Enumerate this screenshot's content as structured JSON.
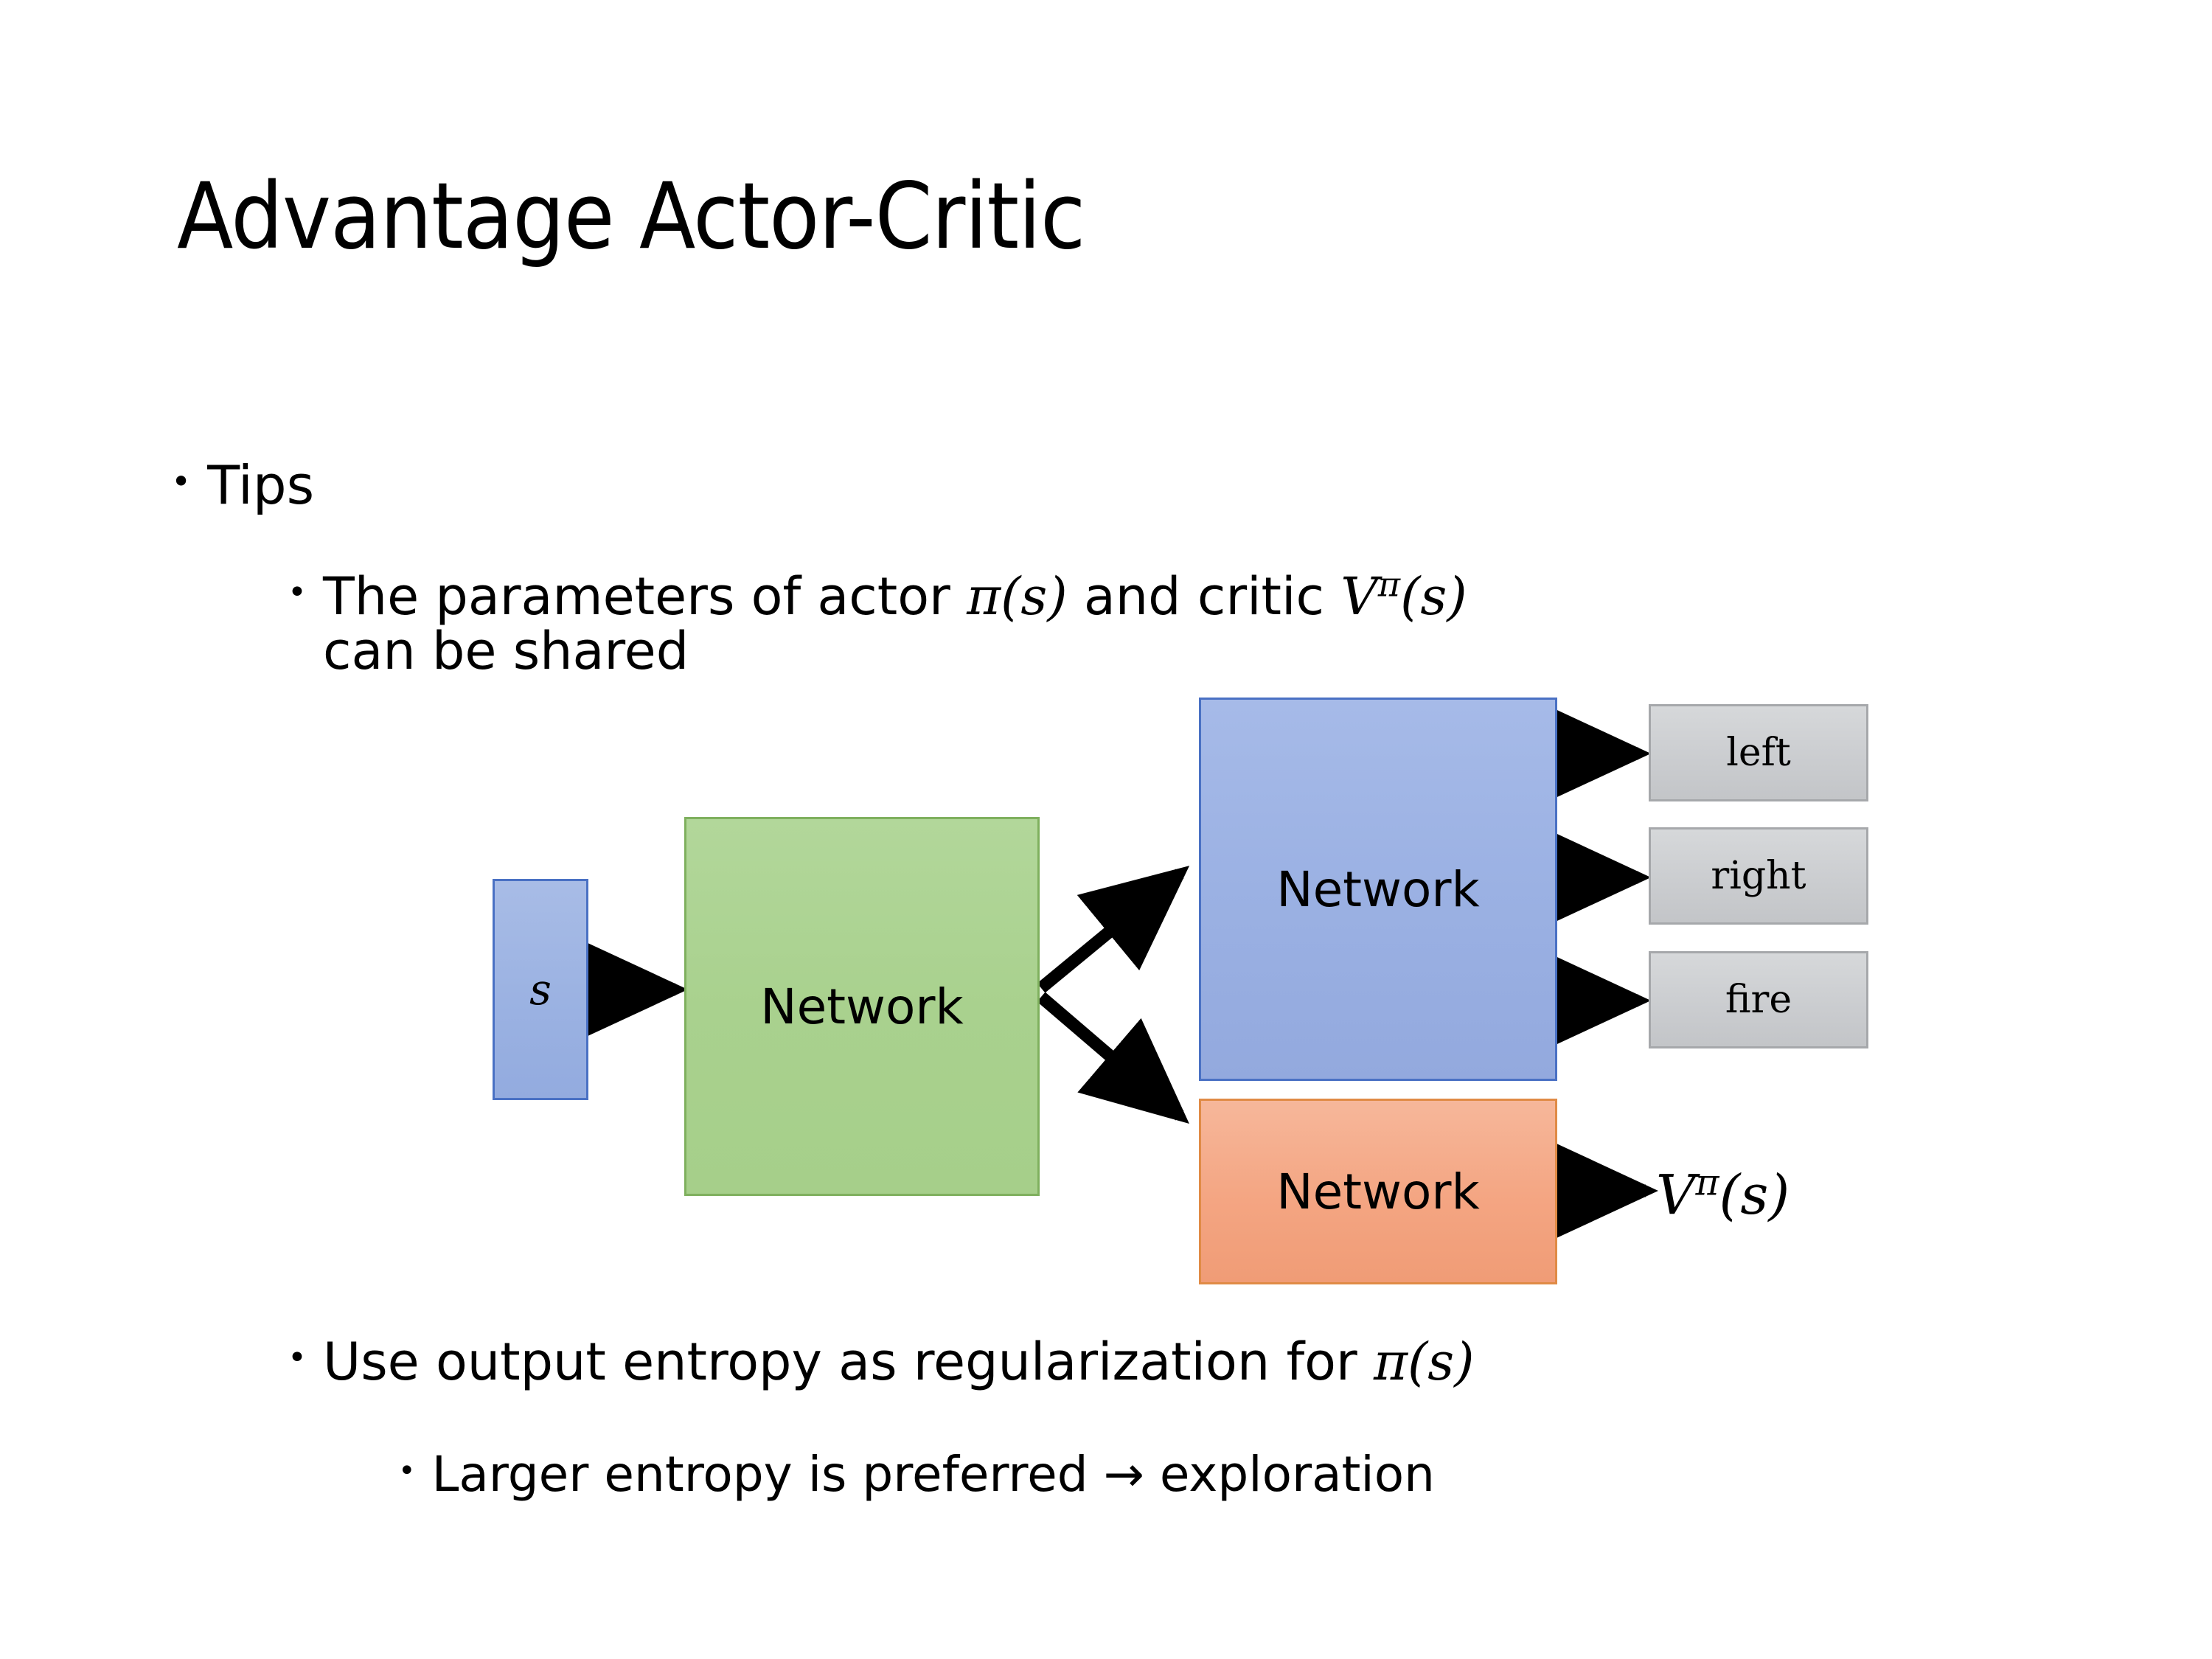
{
  "slide": {
    "title": "Advantage Actor-Critic",
    "background_color": "#FFFFFF"
  },
  "bullets": {
    "marker": "•",
    "level1": {
      "text": "Tips"
    },
    "level2_first": {
      "prefix": "The parameters of actor ",
      "math_pi": "π(s)",
      "middle": "  and critic ",
      "math_v_base": "V",
      "math_v_sup": "π",
      "math_v_arg": "(s)",
      "wrap_line": "can be shared",
      "full_text": "The parameters of actor π(s)  and critic Vπ(s) can be shared"
    },
    "level2_second": {
      "prefix": "Use output entropy as regularization for ",
      "math_pi": "π(s)",
      "full_text": "Use output entropy as regularization for π(s)"
    },
    "level3": {
      "text": "Larger entropy is preferred → exploration"
    }
  },
  "diagram": {
    "input_box": {
      "label": "s",
      "fill": "#9BB1E3",
      "border": "#4A71C4"
    },
    "shared_network": {
      "label": "Network",
      "fill": "#A9D18E",
      "border": "#7FB05E"
    },
    "actor_network": {
      "label": "Network",
      "fill": "#9BB1E3",
      "border": "#4A71C4"
    },
    "critic_network": {
      "label": "Network",
      "fill": "#F4A582",
      "border": "#E08B46"
    },
    "action_outputs": [
      {
        "label": "left",
        "fill": "#CBCDD0",
        "border": "#A6A8AB"
      },
      {
        "label": "right",
        "fill": "#CBCDD0",
        "border": "#A6A8AB"
      },
      {
        "label": "fire",
        "fill": "#CBCDD0",
        "border": "#A6A8AB"
      }
    ],
    "critic_output": {
      "base": "V",
      "superscript": "π",
      "argument": "(s)"
    },
    "arrow_color": "#000000"
  }
}
